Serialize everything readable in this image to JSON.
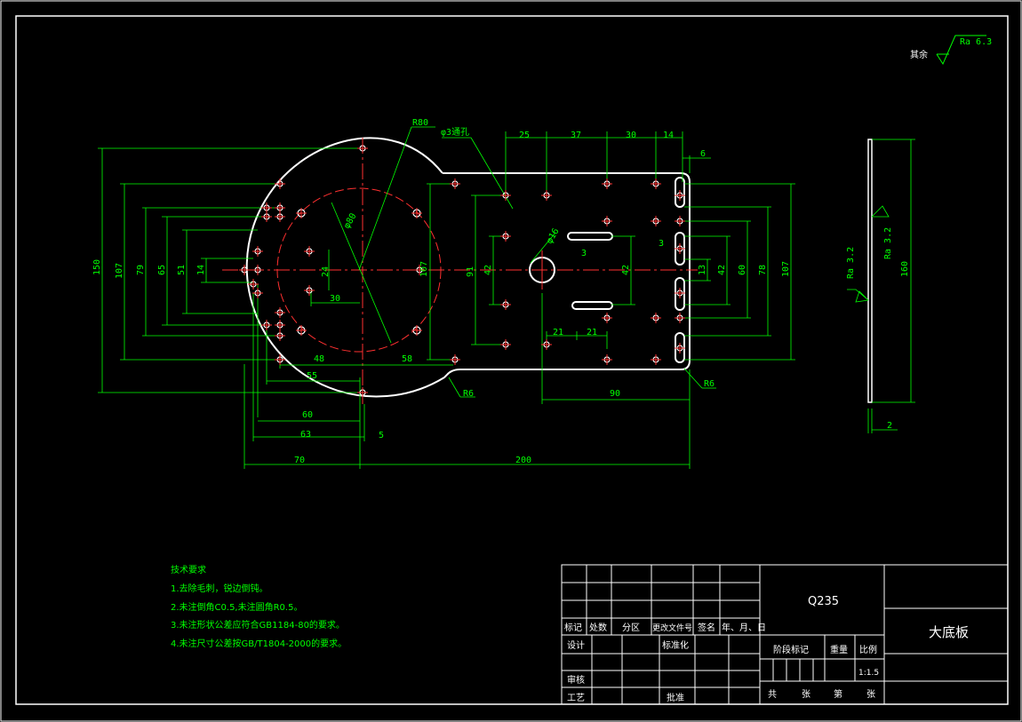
{
  "surface_finish": {
    "label": "其余",
    "value": "Ra 6.3"
  },
  "callouts": {
    "radius_outer": "R80",
    "through_hole": "φ3通孔",
    "radius_corner_1": "R6",
    "radius_corner_2": "R6",
    "bolt_circle": "φ80",
    "center_hole": "φ16"
  },
  "top_dims": [
    "25",
    "37",
    "30",
    "14"
  ],
  "right_offset": "6",
  "vertical_dims_left": [
    "150",
    "107",
    "79",
    "65",
    "51",
    "14"
  ],
  "inner_dims": {
    "d24": "24",
    "d30": "30",
    "d107": "107",
    "d91": "91",
    "d42a": "42",
    "d42b": "42",
    "d3a": "3",
    "d3b": "3",
    "d21a": "21",
    "d21b": "21"
  },
  "vertical_dims_right": [
    "13",
    "42",
    "60",
    "78",
    "107"
  ],
  "bottom_dims": {
    "d48": "48",
    "d58": "58",
    "d55": "55",
    "d60": "60",
    "d63": "63",
    "d5": "5",
    "d70": "70",
    "d200": "200",
    "d90": "90"
  },
  "side_view": {
    "ra_left": "Ra 3.2",
    "ra_right": "Ra 3.2",
    "height": "160",
    "thickness": "2"
  },
  "tech_requirements": {
    "title": "技术要求",
    "items": [
      "1.去除毛刺，锐边倒钝。",
      "2.未注倒角C0.5,未注圆角R0.5。",
      "3.未注形状公差应符合GB1184-80的要求。",
      "4.未注尺寸公差按GB/T1804-2000的要求。"
    ]
  },
  "title_block": {
    "material": "Q235",
    "part_name": "大底板",
    "header_labels": [
      "标记",
      "处数",
      "分区",
      "更改文件号",
      "签名",
      "年、月、日"
    ],
    "design": "设计",
    "standardize": "标准化",
    "stage_mark": "阶段标记",
    "weight": "重量",
    "scale_label": "比例",
    "scale": "1:1.5",
    "check": "审核",
    "process": "工艺",
    "approve": "批准",
    "total": "共",
    "sheet": "张",
    "page": "第",
    "sheet2": "张"
  }
}
